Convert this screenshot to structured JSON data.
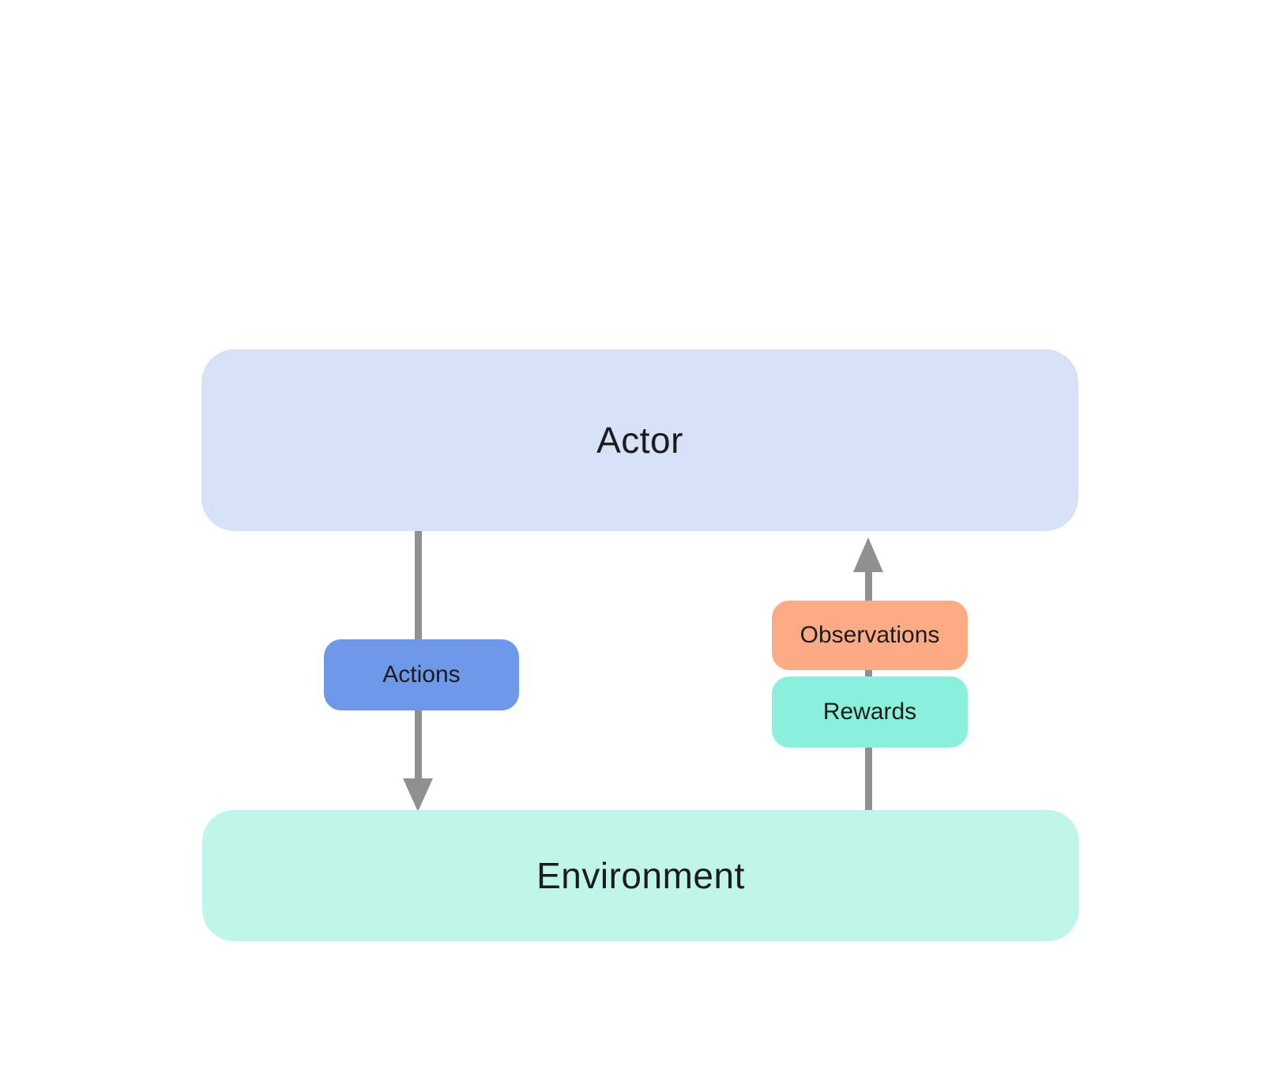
{
  "background_color": "#ffffff",
  "text_color": "#1c1c1c",
  "arrow_color": "#909090",
  "nodes": {
    "actor": {
      "label": "Actor",
      "fill": "#d8e2f7"
    },
    "environment": {
      "label": "Environment",
      "fill": "#c0f5e9"
    }
  },
  "flows": {
    "actions": {
      "label": "Actions",
      "fill": "#6d99e8",
      "from": "Actor",
      "to": "Environment",
      "direction": "down"
    },
    "observations": {
      "label": "Observations",
      "fill": "#fdab84",
      "from": "Environment",
      "to": "Actor",
      "direction": "up"
    },
    "rewards": {
      "label": "Rewards",
      "fill": "#8bf0db",
      "from": "Environment",
      "to": "Actor",
      "direction": "up"
    }
  }
}
